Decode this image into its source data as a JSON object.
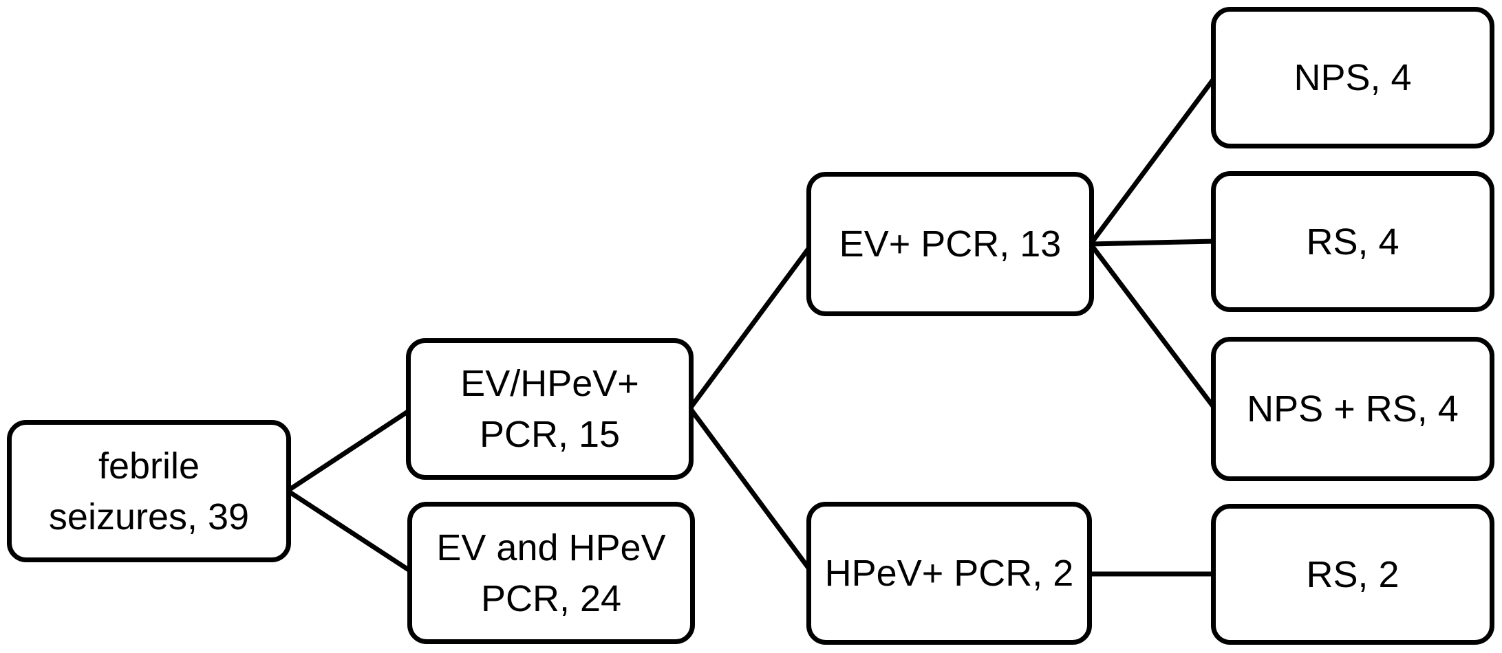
{
  "figure": {
    "type": "flow-diagram",
    "background_color": "#ffffff",
    "node_fill_color": "#ffffff",
    "node_border_color": "#000000",
    "text_color": "#000000",
    "nodes": {
      "febrile_seizures": {
        "label": "febrile seizures, 39",
        "lines": [
          "febrile",
          "seizures, 39"
        ],
        "value": 39
      },
      "ev_hpev_pos_pcr": {
        "label": "EV/HPeV+ PCR, 15",
        "lines": [
          "EV/HPeV+",
          "PCR, 15"
        ],
        "value": 15
      },
      "ev_and_hpev_pcr": {
        "label": "EV and HPeV PCR, 24",
        "lines": [
          "EV and HPeV",
          "PCR, 24"
        ],
        "value": 24
      },
      "ev_pos_pcr": {
        "label": "EV+ PCR, 13",
        "lines": [
          "EV+ PCR, 13"
        ],
        "value": 13
      },
      "hpev_pos_pcr": {
        "label": "HPeV+ PCR, 2",
        "lines": [
          "HPeV+ PCR, 2"
        ],
        "value": 2
      },
      "nps_4": {
        "label": "NPS, 4",
        "lines": [
          "NPS, 4"
        ],
        "value": 4
      },
      "rs_4": {
        "label": "RS, 4",
        "lines": [
          "RS, 4"
        ],
        "value": 4
      },
      "nps_rs_4": {
        "label": "NPS + RS, 4",
        "lines": [
          "NPS + RS, 4"
        ],
        "value": 4
      },
      "rs_2": {
        "label": "RS, 2",
        "lines": [
          "RS, 2"
        ],
        "value": 2
      }
    },
    "edges": [
      {
        "from": "febrile seizures, 39",
        "to": "EV/HPeV+ PCR, 15"
      },
      {
        "from": "febrile seizures, 39",
        "to": "EV and HPeV PCR, 24"
      },
      {
        "from": "EV/HPeV+ PCR, 15",
        "to": "EV+ PCR, 13"
      },
      {
        "from": "EV/HPeV+ PCR, 15",
        "to": "HPeV+ PCR, 2"
      },
      {
        "from": "EV+ PCR, 13",
        "to": "NPS, 4"
      },
      {
        "from": "EV+ PCR, 13",
        "to": "RS, 4"
      },
      {
        "from": "EV+ PCR, 13",
        "to": "NPS + RS, 4"
      },
      {
        "from": "HPeV+ PCR, 2",
        "to": "RS, 2"
      }
    ]
  }
}
